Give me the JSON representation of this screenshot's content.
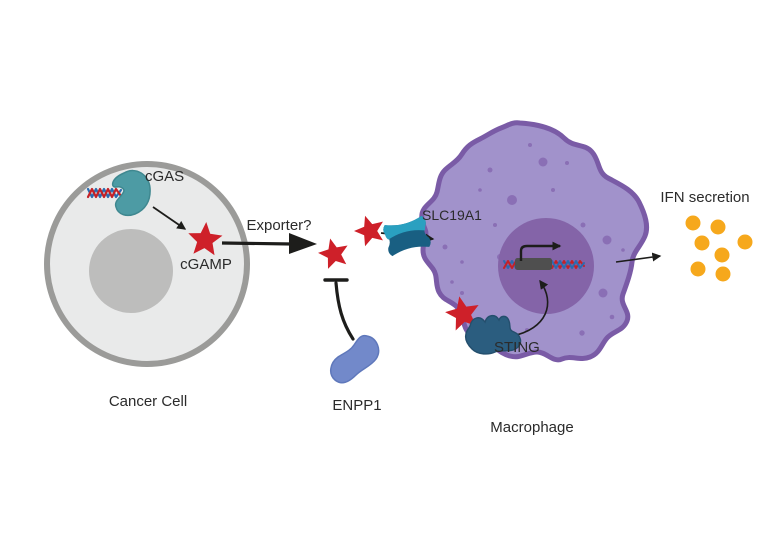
{
  "diagram": {
    "cancer_cell": {
      "label": "Cancer Cell",
      "cgas_label": "cGAS",
      "cgamp_label": "cGAMP"
    },
    "exporter_label": "Exporter?",
    "enpp1_label": "ENPP1",
    "macrophage": {
      "label": "Macrophage",
      "slc19a1_label": "SLC19A1",
      "sting_label": "STING"
    },
    "ifn_label": "IFN secretion",
    "ifn_dot_count": 7
  },
  "colors": {
    "cancer_cell_fill": "#e9eaea",
    "cancer_cell_border": "#9b9b99",
    "cancer_nucleus": "#bdbdbc",
    "macrophage_fill": "#a192cb",
    "macrophage_border": "#7a5ba6",
    "macrophage_nucleus": "#8464a8",
    "vesicle_dot": "#8a6fb5",
    "star_red": "#ce2029",
    "cgas_teal": "#4d9ba4",
    "cgas_teal_edge": "#3f8890",
    "sting_blue": "#2b5d7f",
    "sting_blue_edge": "#244f6d",
    "enpp1_blue": "#7289ca",
    "enpp1_blue_edge": "#5f78bb",
    "transporter_light": "#2aa0c0",
    "transporter_dark": "#195f82",
    "ifn_yellow": "#f6a81c",
    "gene_gray": "#4f4f4f",
    "dna_red": "#c42127",
    "dna_blue": "#2b6bb0",
    "arrow_black": "#1d1d1b",
    "text": "#2b2b2b"
  }
}
